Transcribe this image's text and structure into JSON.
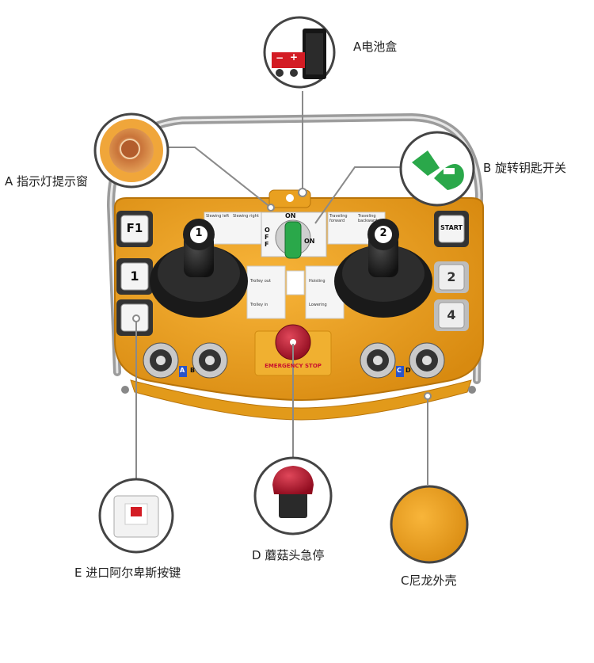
{
  "callouts": {
    "battery": {
      "label": "A电池盒"
    },
    "indicator": {
      "label": "A 指示灯提示窗"
    },
    "key_switch": {
      "label": "B 旋转钥匙开关"
    },
    "estop": {
      "label": "D 蘑菇头急停"
    },
    "button": {
      "label": "E 进口阿尔卑斯按键"
    },
    "shell": {
      "label": "C尼龙外壳"
    }
  },
  "battery_box": {
    "minus": "−",
    "plus": "+"
  },
  "panel": {
    "buttons_left": [
      "F1",
      "1",
      ""
    ],
    "buttons_right": [
      "START",
      "2",
      "4"
    ],
    "key_on": "ON",
    "key_off": "OFF",
    "key_on_side": "ON",
    "joystick_left_num": "1",
    "joystick_right_num": "2",
    "plate_left": [
      "Slewing left",
      "Slewing right"
    ],
    "plate_right": [
      "Traveling forward",
      "Traveling backward"
    ],
    "plate_trolley": [
      "Trolley out",
      "Trolley in"
    ],
    "plate_hoist": [
      "Hoisting",
      "Lowering"
    ],
    "estop_text": "EMERGENCY STOP",
    "switch_labels": [
      "A",
      "B",
      "C",
      "D"
    ]
  },
  "colors": {
    "shell": "#f2a81e",
    "shell_dark": "#d98a10",
    "frame": "#b8b8b8",
    "joystick": "#1d1d1d",
    "key": "#2aa84a",
    "estop": "#c8102e",
    "leader": "#8a8a8a"
  }
}
